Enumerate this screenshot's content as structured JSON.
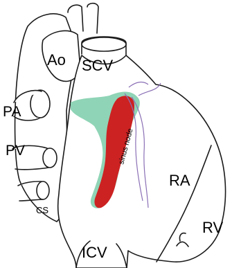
{
  "labels": {
    "ao": "Ao",
    "scv": "SCV",
    "pa": "PA",
    "pv": "PV",
    "cs": "CS",
    "icv": "ICV",
    "ra": "RA",
    "rv": "RV",
    "sinus_node": "sinus node"
  },
  "colors": {
    "outline": "#1a1a1a",
    "sinus_node": "#cc2222",
    "surrounding_tissue": "#8fd4b6",
    "nerves": "#8a6fb5"
  }
}
